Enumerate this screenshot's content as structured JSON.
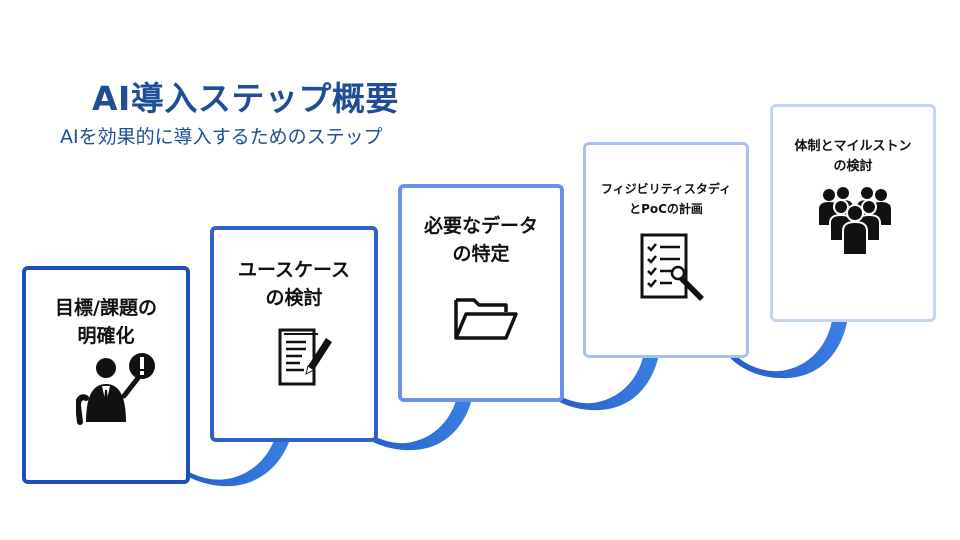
{
  "header": {
    "title": "AI導入ステップ概要",
    "subtitle": "AIを効果的に導入するためのステップ"
  },
  "steps": [
    {
      "label": "目標/課題の\n明確化",
      "icon": "businessman-exclamation-icon",
      "border_color": "#1f4fb5"
    },
    {
      "label": "ユースケース\nの検討",
      "icon": "document-pen-icon",
      "border_color": "#2f62c9"
    },
    {
      "label": "必要なデータ\nの特定",
      "icon": "folder-icon",
      "border_color": "#6b93e0"
    },
    {
      "label": "フィジビリティスタディ\nとPoCの計画",
      "icon": "checklist-pen-icon",
      "border_color": "#a9c1ef"
    },
    {
      "label": "体制とマイルストン\nの検討",
      "icon": "team-people-icon",
      "border_color": "#c3d4f5"
    }
  ],
  "colors": {
    "accent": "#1f4e96",
    "arrow": "#2f6fd6"
  }
}
